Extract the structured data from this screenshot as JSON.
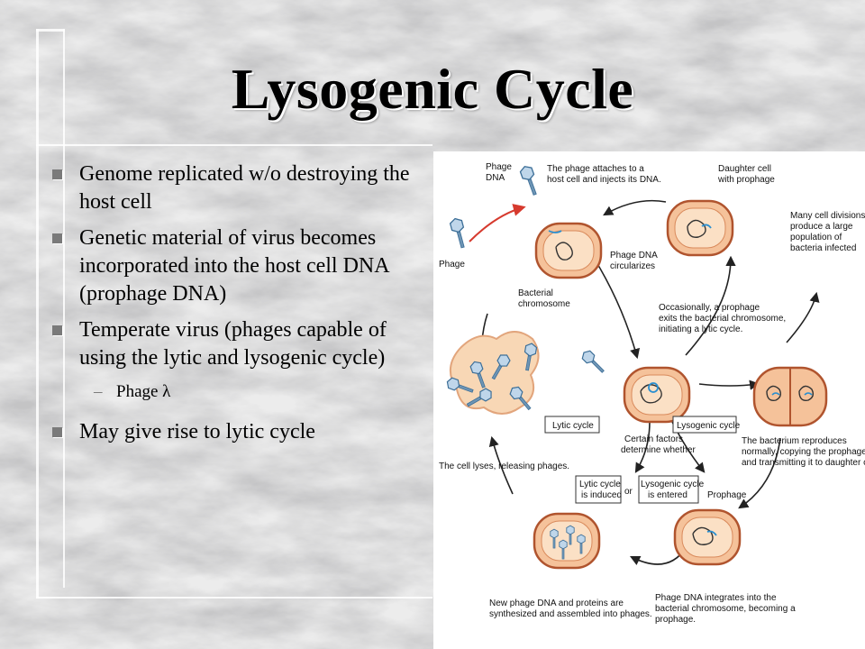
{
  "slide": {
    "title": "Lysogenic Cycle",
    "bullets": [
      "Genome replicated w/o destroying the host cell",
      "Genetic material of virus becomes incorporated into the host cell DNA (prophage DNA)",
      "Temperate virus (phages capable of using the lytic and lysogenic cycle)",
      "May give rise to lytic cycle"
    ],
    "sub_bullet": "Phage λ"
  },
  "diagram": {
    "phage_dna_1": "Phage",
    "phage_dna_2": "DNA",
    "phage": "Phage",
    "attach_1": "The phage attaches to a",
    "attach_2": "host cell and injects its DNA.",
    "daughter_1": "Daughter cell",
    "daughter_2": "with prophage",
    "divisions_1": "Many cell divisions",
    "divisions_2": "produce a large",
    "divisions_3": "population of",
    "divisions_4": "bacteria infected",
    "circ_1": "Phage DNA",
    "circ_2": "circularizes",
    "bact_1": "Bacterial",
    "bact_2": "chromosome",
    "occ_1": "Occasionally, a prophage",
    "occ_2": "exits the bacterial chromosome,",
    "occ_3": "initiating a lytic cycle.",
    "lytic_cycle": "Lytic cycle",
    "lysogenic_cycle": "Lysogenic cycle",
    "factors_1": "Certain factors",
    "factors_2": "determine whether",
    "reproduces_1": "The bacterium reproduces",
    "reproduces_2": "normally, copying the prophage",
    "reproduces_3": "and transmitting it to daughter cells.",
    "lyses": "The cell lyses, releasing phages.",
    "lytic_induced_1": "Lytic cycle",
    "lytic_induced_2": "is induced",
    "or": "or",
    "lyso_entered_1": "Lysogenic cycle",
    "lyso_entered_2": "is entered",
    "prophage": "Prophage",
    "new_dna_1": "New phage DNA and proteins are",
    "new_dna_2": "synthesized and assembled into phages.",
    "integrates_1": "Phage DNA integrates into the",
    "integrates_2": "bacterial chromosome, becoming a",
    "integrates_3": "prophage."
  }
}
